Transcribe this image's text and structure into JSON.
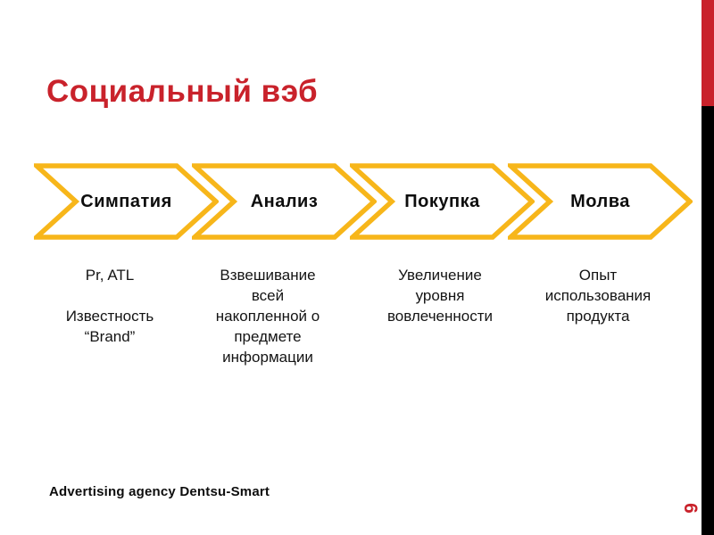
{
  "slide": {
    "title": "Социальный вэб",
    "footer": "Advertising agency Dentsu-Smart",
    "page_number": "6"
  },
  "process": {
    "steps": [
      {
        "label": "Симпатия",
        "description": "Pr, ATL\n\nИзвестность\n“Brand”"
      },
      {
        "label": "Анализ",
        "description": "Взвешивание\nвсей\nнакопленной о\nпредмете\nинформации"
      },
      {
        "label": "Покупка",
        "description": "Увеличение\nуровня\nвовлеченности"
      },
      {
        "label": "Молва",
        "description": "Опыт\nиспользования\nпродукта"
      }
    ]
  },
  "colors": {
    "accent_red": "#C9222B",
    "bar_black": "#000000",
    "chevron_yellow": "#F7B61A",
    "text_black": "#141414"
  }
}
